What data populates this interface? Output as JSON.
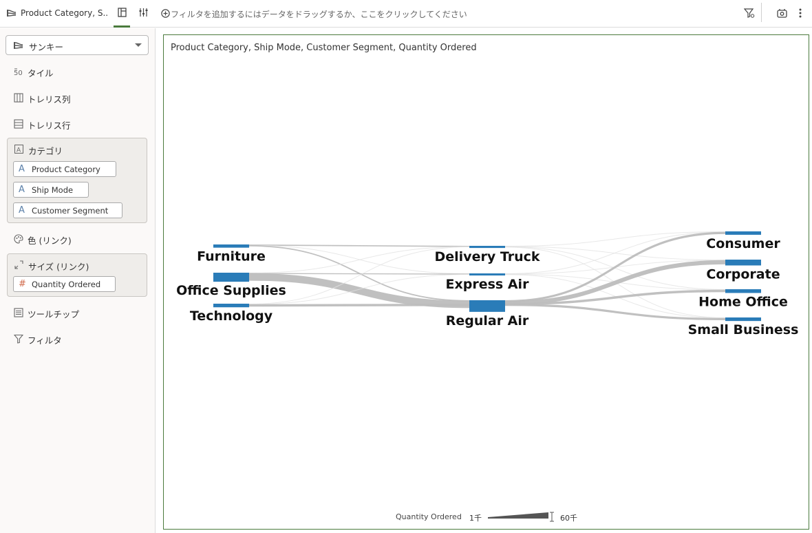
{
  "header": {
    "viz_tab_label": "Product Category, S...",
    "filter_placeholder": "フィルタを追加するにはデータをドラッグするか、ここをクリックしてください"
  },
  "panel": {
    "chart_type": "サンキー",
    "rows": {
      "tile": "タイル",
      "trellis_columns": "トレリス列",
      "trellis_rows": "トレリス行",
      "category": "カテゴリ",
      "color": "色 (リンク)",
      "size": "サイズ (リンク)",
      "tooltip": "ツールチップ",
      "filter": "フィルタ"
    },
    "category_items": [
      "Product Category",
      "Ship Mode",
      "Customer Segment"
    ],
    "size_items": [
      "Quantity Ordered"
    ]
  },
  "canvas": {
    "title": "Product Category, Ship Mode, Customer Segment, Quantity Ordered"
  },
  "legend": {
    "title": "Quantity Ordered",
    "min_label": "1千",
    "max_label": "60千"
  },
  "colors": {
    "accent_green": "#4a7a3c",
    "node_blue": "#2a7cb8",
    "link_gray": "#bdbdbd"
  },
  "chart_data": {
    "type": "sankey",
    "stages": [
      "Product Category",
      "Ship Mode",
      "Customer Segment"
    ],
    "nodes": [
      {
        "name": "Furniture",
        "stage": 0
      },
      {
        "name": "Office Supplies",
        "stage": 0
      },
      {
        "name": "Technology",
        "stage": 0
      },
      {
        "name": "Delivery Truck",
        "stage": 1
      },
      {
        "name": "Express Air",
        "stage": 1
      },
      {
        "name": "Regular Air",
        "stage": 1
      },
      {
        "name": "Consumer",
        "stage": 2
      },
      {
        "name": "Corporate",
        "stage": 2
      },
      {
        "name": "Home Office",
        "stage": 2
      },
      {
        "name": "Small Business",
        "stage": 2
      }
    ],
    "links": [
      {
        "source": "Furniture",
        "target": "Delivery Truck",
        "value": 9000
      },
      {
        "source": "Furniture",
        "target": "Express Air",
        "value": 1500
      },
      {
        "source": "Furniture",
        "target": "Regular Air",
        "value": 9500
      },
      {
        "source": "Office Supplies",
        "target": "Delivery Truck",
        "value": 600
      },
      {
        "source": "Office Supplies",
        "target": "Express Air",
        "value": 7500
      },
      {
        "source": "Office Supplies",
        "target": "Regular Air",
        "value": 58000
      },
      {
        "source": "Technology",
        "target": "Delivery Truck",
        "value": 1800
      },
      {
        "source": "Technology",
        "target": "Express Air",
        "value": 2200
      },
      {
        "source": "Technology",
        "target": "Regular Air",
        "value": 19000
      },
      {
        "source": "Delivery Truck",
        "target": "Consumer",
        "value": 2300
      },
      {
        "source": "Delivery Truck",
        "target": "Corporate",
        "value": 4000
      },
      {
        "source": "Delivery Truck",
        "target": "Home Office",
        "value": 2500
      },
      {
        "source": "Delivery Truck",
        "target": "Small Business",
        "value": 2600
      },
      {
        "source": "Express Air",
        "target": "Consumer",
        "value": 2200
      },
      {
        "source": "Express Air",
        "target": "Corporate",
        "value": 3800
      },
      {
        "source": "Express Air",
        "target": "Home Office",
        "value": 2700
      },
      {
        "source": "Express Air",
        "target": "Small Business",
        "value": 2500
      },
      {
        "source": "Regular Air",
        "target": "Consumer",
        "value": 17000
      },
      {
        "source": "Regular Air",
        "target": "Corporate",
        "value": 33000
      },
      {
        "source": "Regular Air",
        "target": "Home Office",
        "value": 19000
      },
      {
        "source": "Regular Air",
        "target": "Small Business",
        "value": 17500
      }
    ],
    "legend_range": [
      1000,
      60000
    ]
  }
}
